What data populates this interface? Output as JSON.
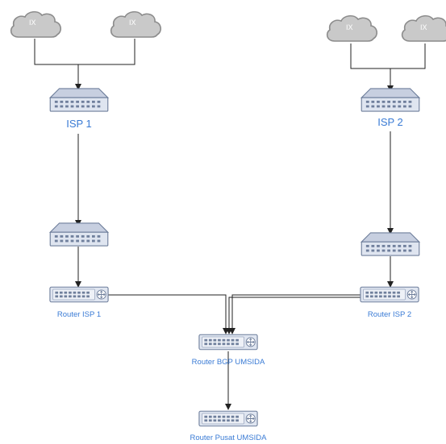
{
  "clouds": [
    {
      "id": "cloud-ix-1",
      "label": "IX"
    },
    {
      "id": "cloud-ix-2",
      "label": "IX"
    },
    {
      "id": "cloud-ix-3",
      "label": "IX"
    },
    {
      "id": "cloud-ix-4",
      "label": "IX"
    }
  ],
  "isp": {
    "isp1": "ISP 1",
    "isp2": "ISP 2"
  },
  "routers": {
    "router_isp1": "Router ISP 1",
    "router_isp2": "Router ISP 2",
    "router_bgp": "Router BGP UMSIDA",
    "router_pusat": "Router Pusat UMSIDA"
  },
  "colors": {
    "cloud_fill": "#c9c9c9",
    "cloud_stroke": "#8c8c8c",
    "device_fill": "#dfe5f0",
    "device_stroke": "#6f7f9c",
    "label_blue": "#3a7bd5",
    "line": "#222222"
  }
}
